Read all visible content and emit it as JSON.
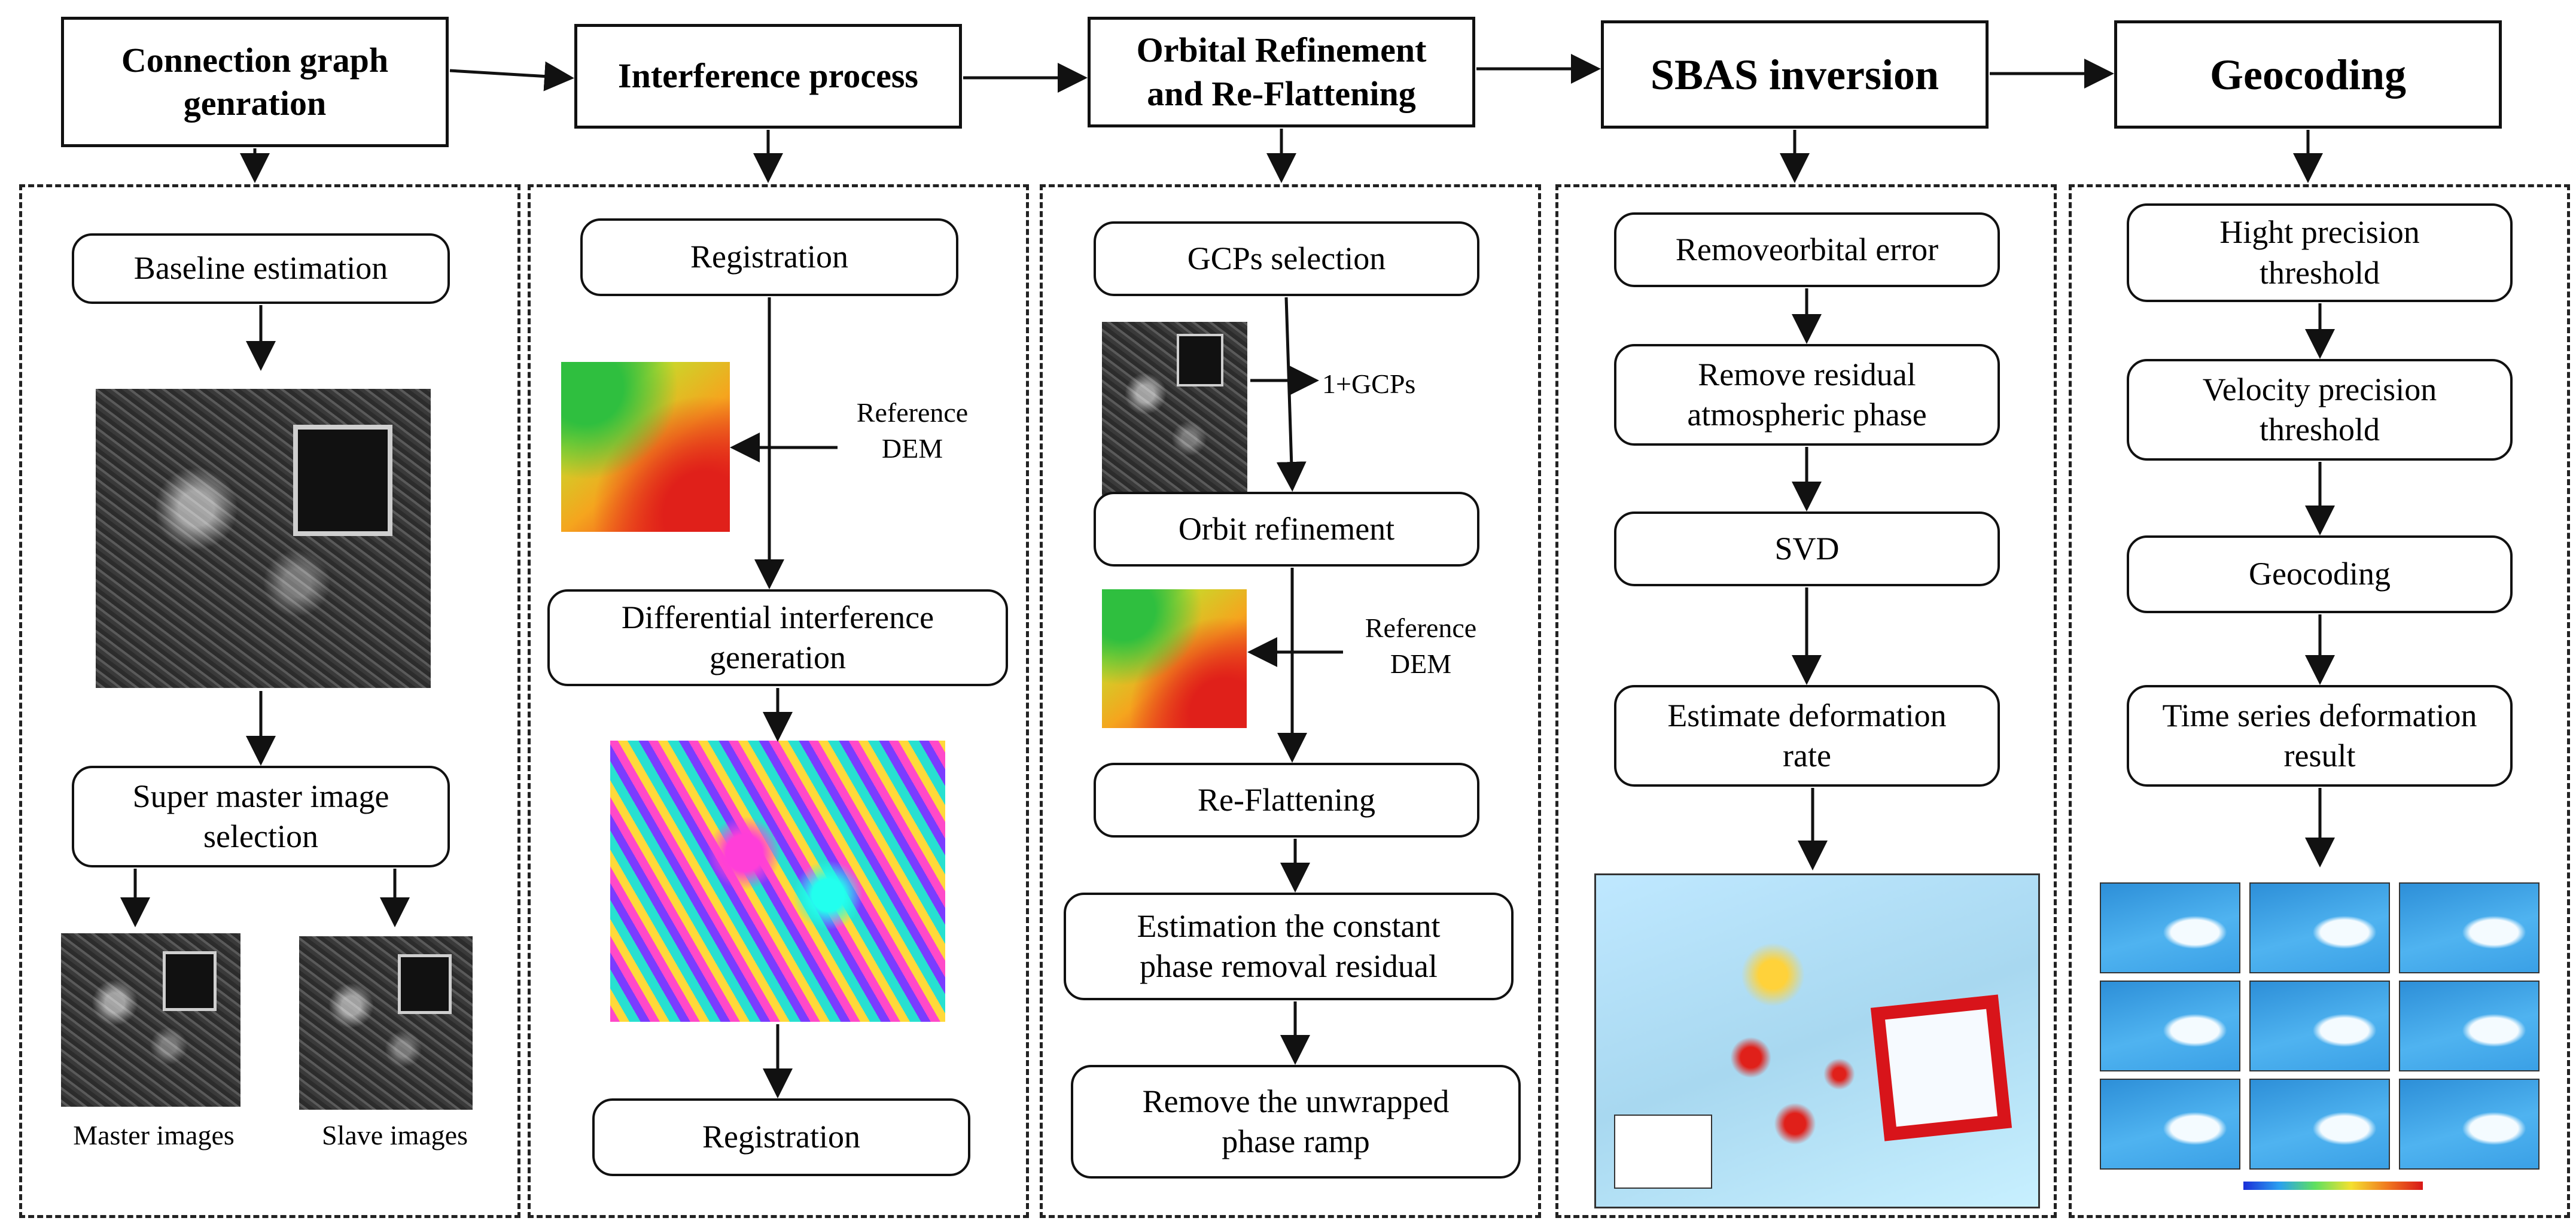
{
  "stages": {
    "s1": {
      "line1": "Connection graph",
      "line2": "genration"
    },
    "s2": {
      "line1": "Interference process"
    },
    "s3": {
      "line1": "Orbital Refinement",
      "line2": "and Re-Flattening"
    },
    "s4": {
      "line1": "SBAS inversion"
    },
    "s5": {
      "line1": "Geocoding"
    }
  },
  "panel1": {
    "baseline": "Baseline estimation",
    "super_master": {
      "line1": "Super master image",
      "line2": "selection"
    },
    "master_label": "Master images",
    "slave_label": "Slave images"
  },
  "panel2": {
    "registration1": "Registration",
    "ref_dem": {
      "line1": "Reference",
      "line2": "DEM"
    },
    "diff_interf": {
      "line1": "Differential interference",
      "line2": "generation"
    },
    "registration2": "Registration"
  },
  "panel3": {
    "gcps": "GCPs selection",
    "gcps_label": "1+GCPs",
    "orbit_ref": "Orbit refinement",
    "ref_dem": {
      "line1": "Reference",
      "line2": "DEM"
    },
    "reflat": "Re-Flattening",
    "estimation": {
      "line1": "Estimation the constant",
      "line2": "phase removal residual"
    },
    "remove_ramp": {
      "line1": "Remove the unwrapped",
      "line2": "phase ramp"
    }
  },
  "panel4": {
    "remove_orbital": "Removeorbital error",
    "remove_atmo": {
      "line1": "Remove residual",
      "line2": "atmospheric phase"
    },
    "svd": "SVD",
    "estimate_rate": {
      "line1": "Estimate deformation",
      "line2": "rate"
    }
  },
  "panel5": {
    "hight_prec": {
      "line1": "Hight precision",
      "line2": "threshold"
    },
    "vel_prec": {
      "line1": "Velocity precision",
      "line2": "threshold"
    },
    "geocoding": "Geocoding",
    "ts_result": {
      "line1": "Time series deformation",
      "line2": "result"
    }
  },
  "colors": {
    "line": "#111111",
    "dem_low": "#3fc04a",
    "dem_high": "#d81818"
  }
}
